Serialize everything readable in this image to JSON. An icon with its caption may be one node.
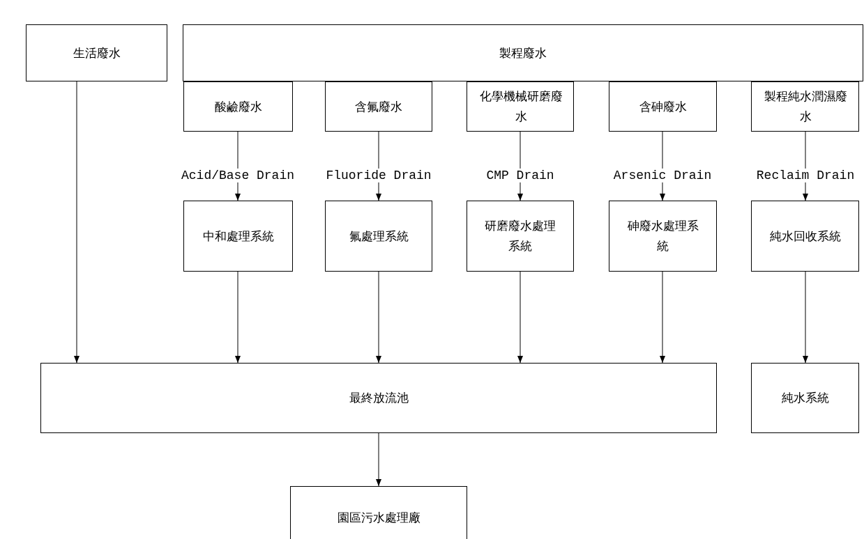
{
  "diagram": {
    "nodes": [
      {
        "text": [
          "生活廢水"
        ]
      },
      {
        "text": [
          "製程廢水"
        ]
      },
      {
        "text": [
          "酸鹼廢水"
        ]
      },
      {
        "text": [
          "含氟廢水"
        ]
      },
      {
        "text": [
          "化學機械研磨廢水"
        ]
      },
      {
        "text": [
          "含砷廢水"
        ]
      },
      {
        "text": [
          "製程純水潤濕廢水"
        ]
      },
      {
        "text": [
          "中和處理系統"
        ]
      },
      {
        "text": [
          "氟處理系統"
        ]
      },
      {
        "text": [
          "研磨廢水處理系統"
        ]
      },
      {
        "text": [
          "砷廢水處理系統"
        ]
      },
      {
        "text": [
          "純水回收系統"
        ]
      },
      {
        "text": [
          "最終放流池"
        ]
      },
      {
        "text": [
          "純水系統"
        ]
      },
      {
        "text": [
          "園區污水處理廠"
        ]
      }
    ],
    "edges": [
      {
        "from": 0,
        "to": 12,
        "arrow": "to"
      },
      {
        "from": 2,
        "to": 7,
        "arrow": "to",
        "label": "Acid/Base Drain"
      },
      {
        "from": 3,
        "to": 8,
        "arrow": "to",
        "label": "Fluoride Drain"
      },
      {
        "from": 4,
        "to": 9,
        "arrow": "to",
        "label": "CMP Drain"
      },
      {
        "from": 5,
        "to": 10,
        "arrow": "to",
        "label": "Arsenic Drain"
      },
      {
        "from": 6,
        "to": 11,
        "arrow": "to",
        "label": "Reclaim Drain"
      },
      {
        "from": 7,
        "to": 12,
        "arrow": "to"
      },
      {
        "from": 8,
        "to": 12,
        "arrow": "to"
      },
      {
        "from": 9,
        "to": 12,
        "arrow": "to"
      },
      {
        "from": 10,
        "to": 12,
        "arrow": "to"
      },
      {
        "from": 11,
        "to": 13,
        "arrow": "to"
      },
      {
        "from": 12,
        "to": 14,
        "arrow": "to"
      }
    ]
  }
}
